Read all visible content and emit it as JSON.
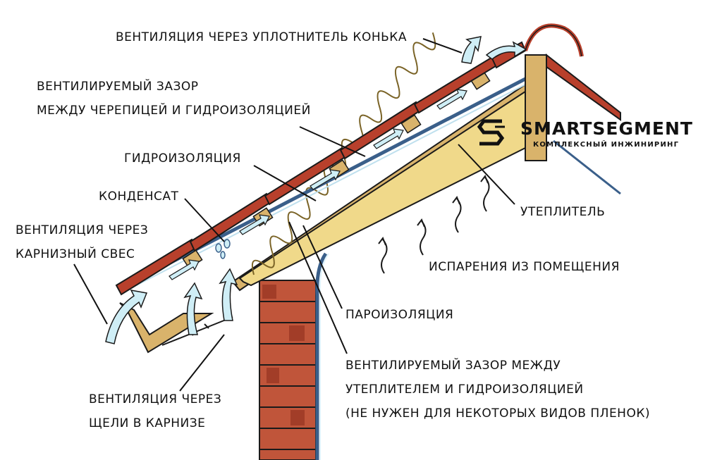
{
  "labels": {
    "ridge_vent": "ВЕНТИЛЯЦИЯ ЧЕРЕЗ УПЛОТНИТЕЛЬ КОНЬКА",
    "gap_line1": "ВЕНТИЛИРУЕМЫЙ ЗАЗОР",
    "gap_line2": "МЕЖДУ ЧЕРЕПИЦЕЙ И ГИДРОИЗОЛЯЦИЕЙ",
    "waterproofing": "ГИДРОИЗОЛЯЦИЯ",
    "condensate": "КОНДЕНСАТ",
    "eave_line1": "ВЕНТИЛЯЦИЯ ЧЕРЕЗ",
    "eave_line2": "КАРНИЗНЫЙ СВЕС",
    "insulation": "УТЕПЛИТЕЛЬ",
    "evaporation": "ИСПАРЕНИЯ ИЗ ПОМЕЩЕНИЯ",
    "vapor_barrier": "ПАРОИЗОЛЯЦИЯ",
    "gap2_line1": "ВЕНТИЛИРУЕМЫЙ ЗАЗОР МЕЖДУ",
    "gap2_line2": "УТЕПЛИТЕЛЕМ И ГИДРОИЗОЛЯЦИЕЙ",
    "gap2_line3": "(НЕ НУЖЕН ДЛЯ НЕКОТОРЫХ ВИДОВ ПЛЕНОК)",
    "soffit_line1": "ВЕНТИЛЯЦИЯ ЧЕРЕЗ",
    "soffit_line2": "ЩЕЛИ В КАРНИЗЕ"
  },
  "logo": {
    "wordmark": "SMARTSEGMENT",
    "tagline": "КОМПЛЕКСНЫЙ ИНЖИНИРИНГ"
  },
  "colors": {
    "tile": "#b8402c",
    "brick": "#c0553a",
    "insulation": "#f0d98a",
    "timber": "#d9b36b",
    "membrane": "#3a5f8a",
    "airflow": "#cfeef6"
  }
}
